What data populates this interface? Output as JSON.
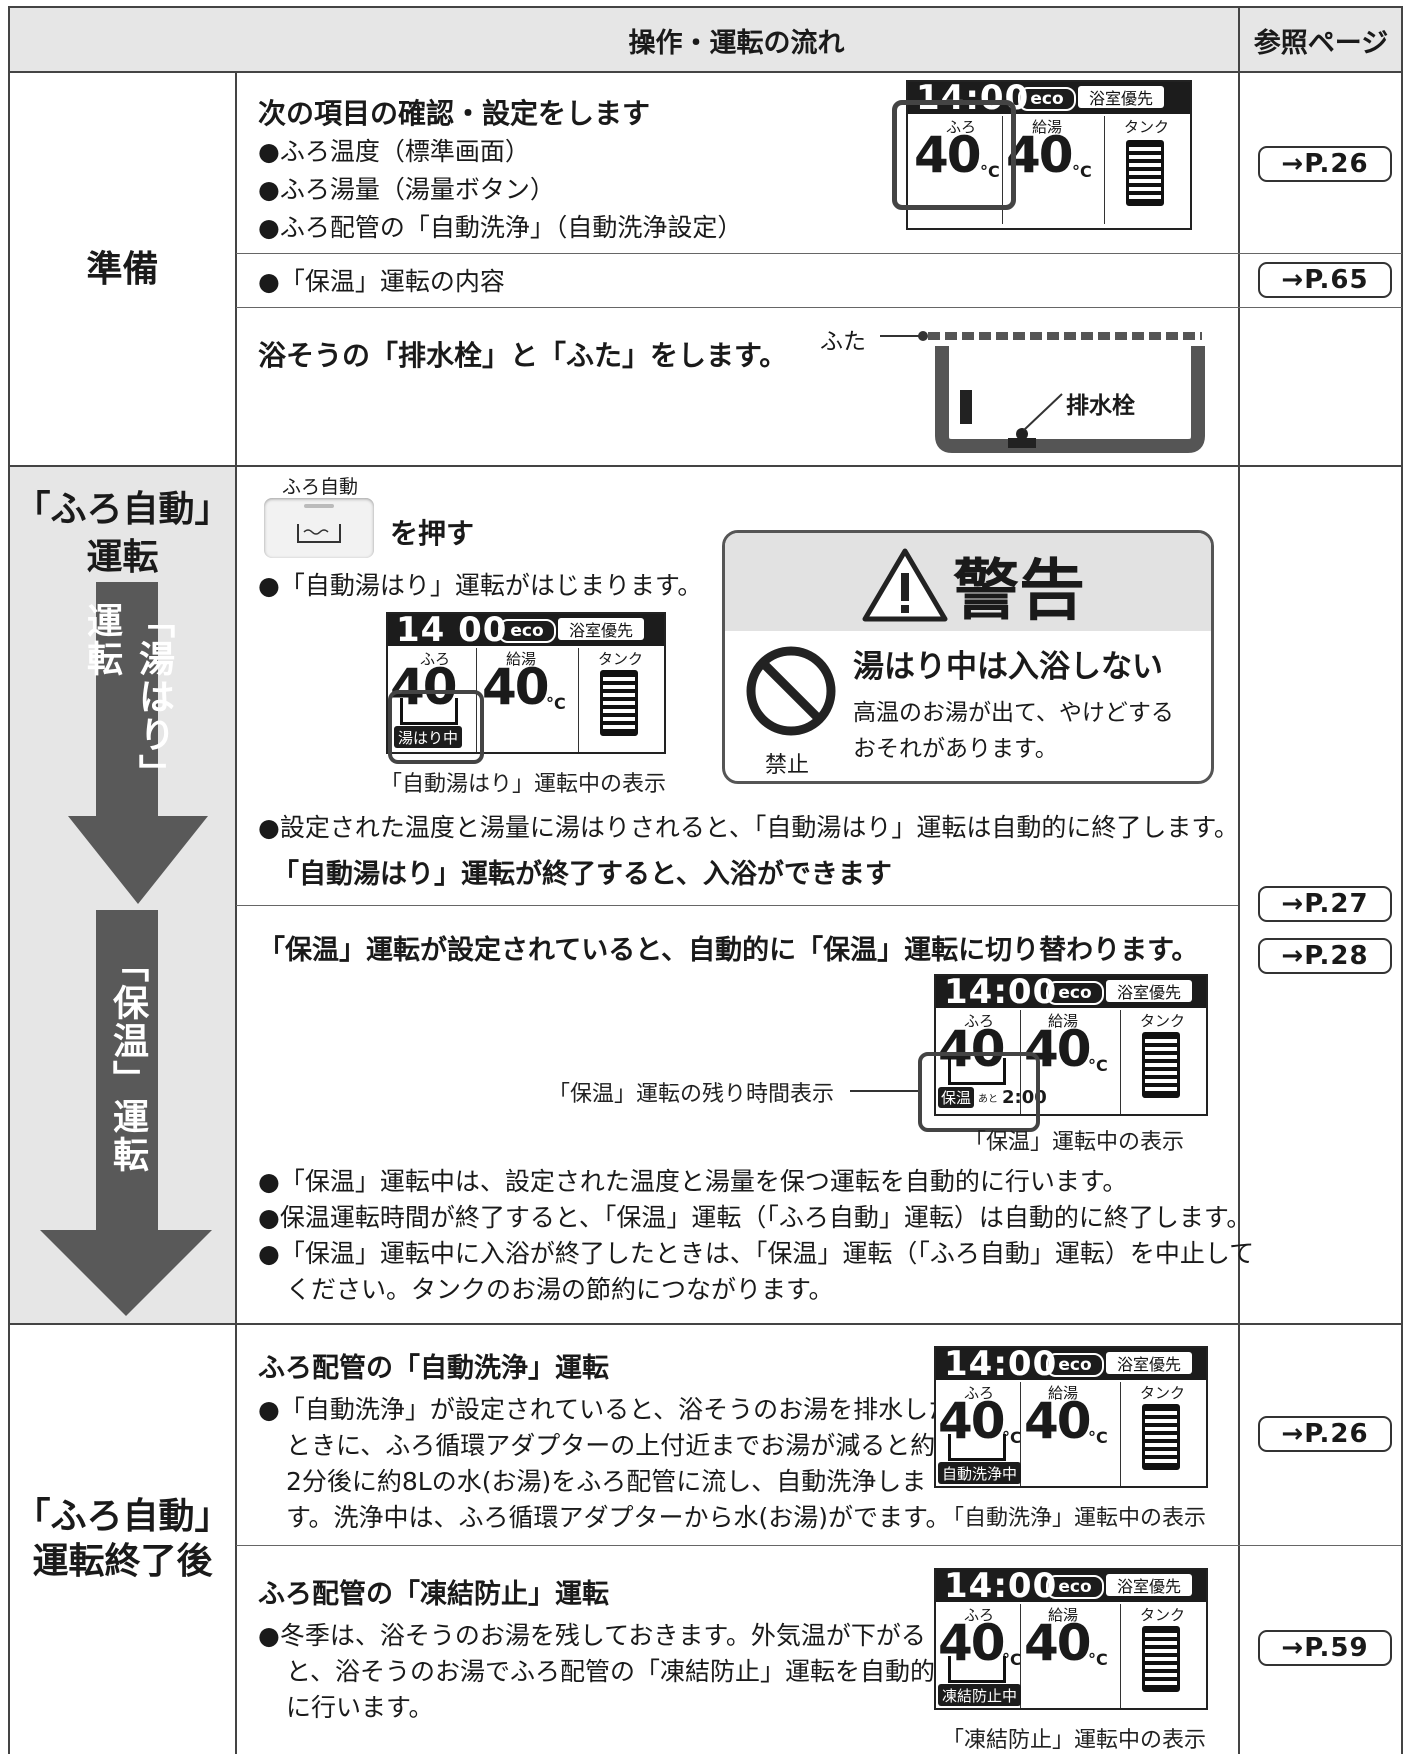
{
  "header": {
    "flow": "操作・運転の流れ",
    "ref": "参照ページ"
  },
  "stages": {
    "prep": "準備",
    "auto_line1": "「ふろ自動」",
    "auto_line2": "運転",
    "after_line1": "「ふろ自動」",
    "after_line2": "運転終了後"
  },
  "arrows": {
    "yuhari": "「湯はり」運転",
    "hoon": "「保温」運転"
  },
  "prep": {
    "title": "次の項目の確認・設定をします",
    "items": [
      "●ふろ温度（標準画面）",
      "●ふろ湯量（湯量ボタン）",
      "●ふろ配管の「自動洗浄」（自動洗浄設定）"
    ],
    "hoon_content": "●「保温」運転の内容",
    "plug_text": "浴そうの「排水栓」と「ふた」をします。",
    "label_futa": "ふた",
    "label_haisui": "排水栓"
  },
  "lcd": {
    "time": "14:00",
    "time2": "14 00",
    "eco": "eco",
    "priority": "浴室優先",
    "furo": "ふろ",
    "kyuto": "給湯",
    "tank": "タンク",
    "temp": "40",
    "deg": "°C",
    "sub_yuhari": "湯はり中",
    "sub_hoon": "保温",
    "sub_hoon_time": "2:00",
    "sub_hoon_small": "あと",
    "sub_wash": "自動洗浄中",
    "sub_freeze": "凍結防止中"
  },
  "auto": {
    "button_label": "ふろ自動",
    "press": "を押す",
    "start": "●「自動湯はり」運転がはじまります。",
    "caption": "「自動湯はり」運転中の表示",
    "finish": "●設定された温度と湯量に湯はりされると、「自動湯はり」運転は自動的に終了します。",
    "can_bathe": "「自動湯はり」運転が終了すると、入浴ができます"
  },
  "warning": {
    "title": "警告",
    "head": "湯はり中は入浴しない",
    "line1": "高温のお湯が出て、やけどする",
    "line2": "おそれがあります。",
    "ban": "禁止"
  },
  "hoon": {
    "title": "「保温」運転が設定されていると、自動的に「保温」運転に切り替わります。",
    "remain_label": "「保温」運転の残り時間表示",
    "caption": "「保温」運転中の表示",
    "b1": "●「保温」運転中は、設定された温度と湯量を保つ運転を自動的に行います。",
    "b2": "●保温運転時間が終了すると、「保温」運転（「ふろ自動」運転）は自動的に終了します。",
    "b3a": "●「保温」運転中に入浴が終了したときは、「保温」運転（「ふろ自動」運転）を中止して",
    "b3b": "ください。タンクのお湯の節約につながります。"
  },
  "wash": {
    "title": "ふろ配管の「自動洗浄」運転",
    "l1": "●「自動洗浄」が設定されていると、浴そうのお湯を排水した",
    "l2": "ときに、ふろ循環アダプターの上付近までお湯が減ると約",
    "l3": "2分後に約8Lの水(お湯)をふろ配管に流し、自動洗浄しま",
    "l4": "す。洗浄中は、ふろ循環アダプターから水(お湯)がでます。",
    "caption": "「自動洗浄」運転中の表示"
  },
  "freeze": {
    "title": "ふろ配管の「凍結防止」運転",
    "l1": "●冬季は、浴そうのお湯を残しておきます。外気温が下がる",
    "l2": "と、浴そうのお湯でふろ配管の「凍結防止」運転を自動的",
    "l3": "に行います。",
    "caption": "「凍結防止」運転中の表示"
  },
  "refs": {
    "p26": "→P.26",
    "p65": "→P.65",
    "p27": "→P.27",
    "p28": "→P.28",
    "p26b": "→P.26",
    "p59": "→P.59"
  }
}
